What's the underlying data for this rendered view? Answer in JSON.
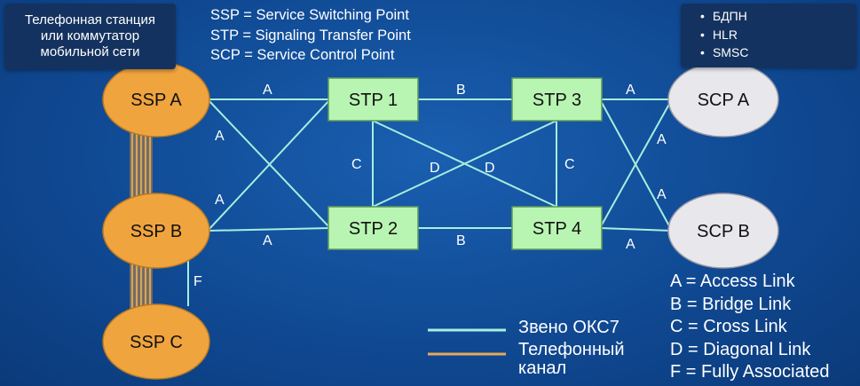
{
  "callouts": {
    "switch_lines": [
      "Телефонная станция",
      "или коммутатор",
      "мобильной сети"
    ],
    "db_items": [
      "БДПН",
      "HLR",
      "SMSC"
    ]
  },
  "abbreviations": [
    "SSP = Service Switching Point",
    "STP = Signaling Transfer Point",
    "SCP = Service Control Point"
  ],
  "link_types": [
    "A = Access Link",
    "B = Bridge Link",
    "C = Cross Link",
    "D = Diagonal Link",
    "F = Fully Associated"
  ],
  "line_legend": {
    "ss7_link": "Звено ОКС7",
    "voice_channel_lines": [
      "Телефонный",
      "канал"
    ]
  },
  "nodes": {
    "ssp_a": "SSP A",
    "ssp_b": "SSP B",
    "ssp_c": "SSP C",
    "stp_1": "STP 1",
    "stp_2": "STP 2",
    "stp_3": "STP 3",
    "stp_4": "STP 4",
    "scp_a": "SCP A",
    "scp_b": "SCP B"
  },
  "link_labels": {
    "a": "A",
    "b": "B",
    "c": "C",
    "d": "D",
    "f": "F"
  },
  "colors": {
    "background": "#104a94",
    "ss7_link": "#a8eedf",
    "voice_channel": "#e7a85a",
    "ssp_fill": "#f0a43e",
    "stp_fill": "#b8f5b2",
    "scp_fill": "#e7e7ec",
    "callout": "#14325f"
  }
}
